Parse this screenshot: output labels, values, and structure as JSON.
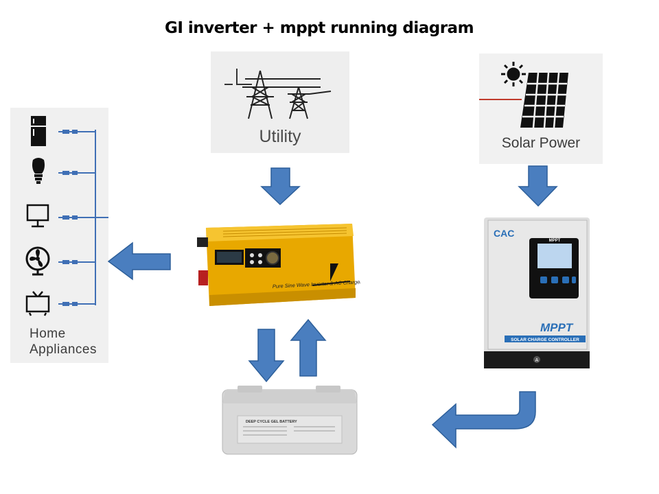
{
  "title": "GI inverter + mppt running diagram",
  "utility": {
    "label": "Utility"
  },
  "solar": {
    "label": "Solar Power"
  },
  "home": {
    "label_line1": "Home",
    "label_line2": "Appliances",
    "appliances": [
      "fridge-icon",
      "bulb-icon",
      "computer-icon",
      "fan-icon",
      "tv-icon"
    ]
  },
  "inverter": {
    "caption": "Pure Sine Wave Inverter & AC Charger"
  },
  "mppt": {
    "logo": "CAC",
    "brand": "MPPT",
    "subtitle": "SOLAR CHARGE CONTROLLER",
    "screen_title": "MPPT"
  },
  "battery": {
    "label": "DEEP CYCLE GEL BATTERY"
  },
  "colors": {
    "arrow": "#4a7ebf",
    "arrow_edge": "#2d5f9a",
    "inverter": "#e8a800",
    "wire": "#3f6fb5"
  }
}
